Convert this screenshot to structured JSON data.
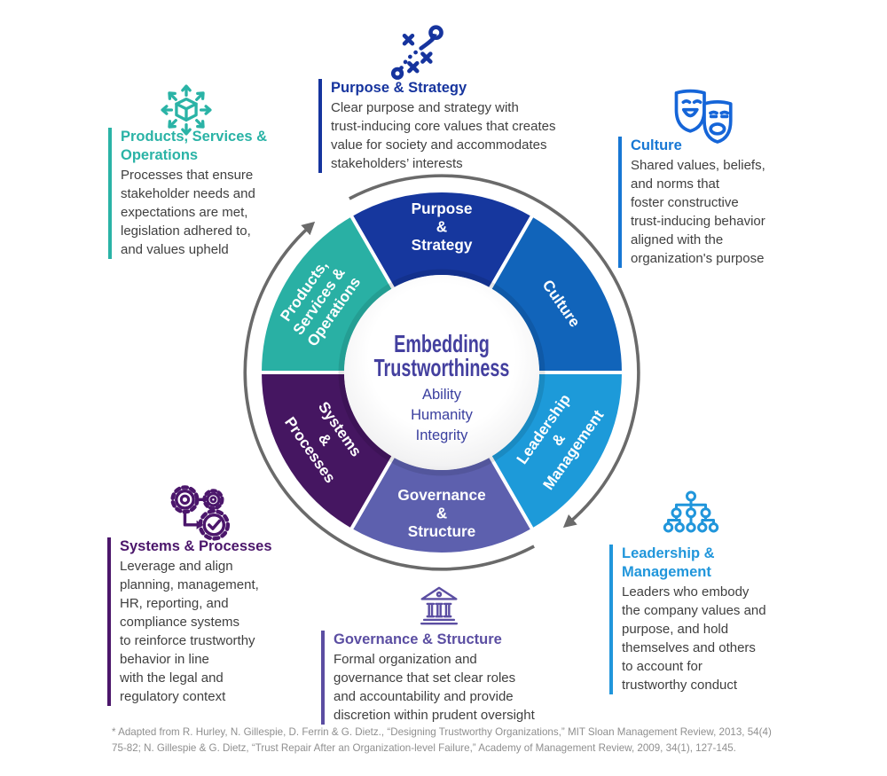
{
  "diagram": {
    "center": {
      "title_line1": "Embedding",
      "title_line2": "Trustworthiness",
      "values": [
        "Ability",
        "Humanity",
        "Integrity"
      ],
      "title_color": "#44409f",
      "values_color": "#3a3f9f"
    },
    "wheel": {
      "arrow_color": "#6a6a6a",
      "direction": "clockwise",
      "segments": [
        {
          "name": "Purpose & Strategy",
          "color": "#16379e",
          "label_lines": [
            "Purpose",
            "&",
            "Strategy"
          ]
        },
        {
          "name": "Culture",
          "color": "#1164ba",
          "label_lines": [
            "Culture"
          ]
        },
        {
          "name": "Leadership & Management",
          "color": "#1d9ad9",
          "label_lines": [
            "Leadership",
            "&",
            "Management"
          ]
        },
        {
          "name": "Governance & Structure",
          "color": "#5d60ae",
          "label_lines": [
            "Governance",
            "&",
            "Structure"
          ]
        },
        {
          "name": "Systems & Processes",
          "color": "#451661",
          "label_lines": [
            "Systems",
            "&",
            "Processes"
          ]
        },
        {
          "name": "Products, Services & Operations",
          "color": "#29b0a4",
          "label_lines": [
            "Products,",
            "Services &",
            "Operations"
          ]
        }
      ]
    },
    "callouts": {
      "purpose": {
        "icon": "strategy-play-icon",
        "accent": "#16349e",
        "title": "Purpose & Strategy",
        "body": "Clear purpose and strategy with\ntrust-inducing core values that creates\nvalue for society and accommodates\nstakeholders’ interests"
      },
      "culture": {
        "icon": "theater-masks-icon",
        "accent": "#1777d4",
        "title": "Culture",
        "body": "Shared values, beliefs,\nand norms that\nfoster constructive\ntrust-inducing behavior\naligned with the\norganization's purpose"
      },
      "leadership": {
        "icon": "org-chart-icon",
        "accent": "#2196db",
        "title": "Leadership &\nManagement",
        "body": "Leaders who embody\nthe company values and\npurpose, and hold\nthemselves and others\nto account for\ntrustworthy conduct"
      },
      "governance": {
        "icon": "government-building-icon",
        "accent": "#5b4ea2",
        "title": "Governance & Structure",
        "body": "Formal organization and\ngovernance that set clear roles\nand accountability and provide\ndiscretion within prudent oversight"
      },
      "systems": {
        "icon": "gears-checkmark-icon",
        "accent": "#4b166b",
        "title": "Systems & Processes",
        "body": "Leverage and align\nplanning, management,\nHR, reporting, and\ncompliance systems\nto reinforce trustworthy\nbehavior in line\nwith the legal and\nregulatory context"
      },
      "products": {
        "icon": "box-distribution-icon",
        "accent": "#2ab3a6",
        "title": "Products, Services &\nOperations",
        "body": "Processes that ensure\nstakeholder needs and\nexpectations are met,\nlegislation adhered to,\nand values upheld"
      }
    },
    "footnote": "* Adapted from R. Hurley, N. Gillespie, D. Ferrin & G. Dietz., “Designing Trustworthy Organizations,” MIT Sloan Management Review, 2013, 54(4)\n75-82; N. Gillespie & G. Dietz, “Trust Repair After an Organization-level Failure,” Academy of Management Review, 2009, 34(1), 127-145."
  }
}
